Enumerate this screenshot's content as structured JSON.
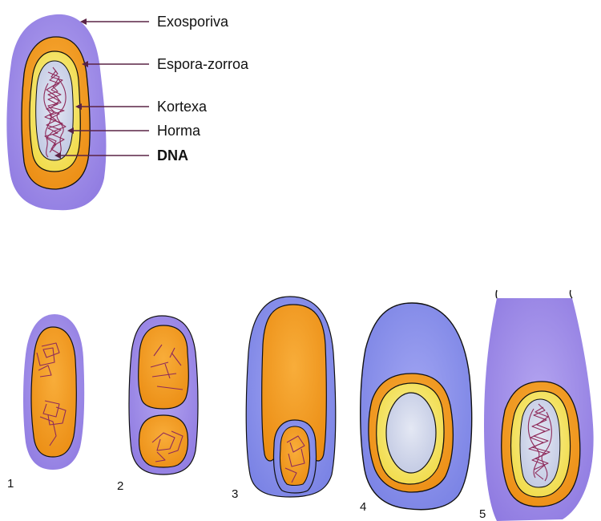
{
  "labels": {
    "exosporium": "Exosporiva",
    "spore_coat": "Espora-zorroa",
    "cortex": "Kortexa",
    "core": "Horma",
    "dna": "DNA"
  },
  "stages": [
    {
      "number": "1"
    },
    {
      "number": "2"
    },
    {
      "number": "3"
    },
    {
      "number": "4"
    },
    {
      "number": "5"
    }
  ],
  "colors": {
    "exosporium": "#9d88e6",
    "mother_cell": "#8e84e8",
    "spore_coat": "#f0961c",
    "cortex": "#f3e34a",
    "core": "#d3d9ec",
    "dna": "#8e2a5a",
    "outline": "#111111"
  }
}
